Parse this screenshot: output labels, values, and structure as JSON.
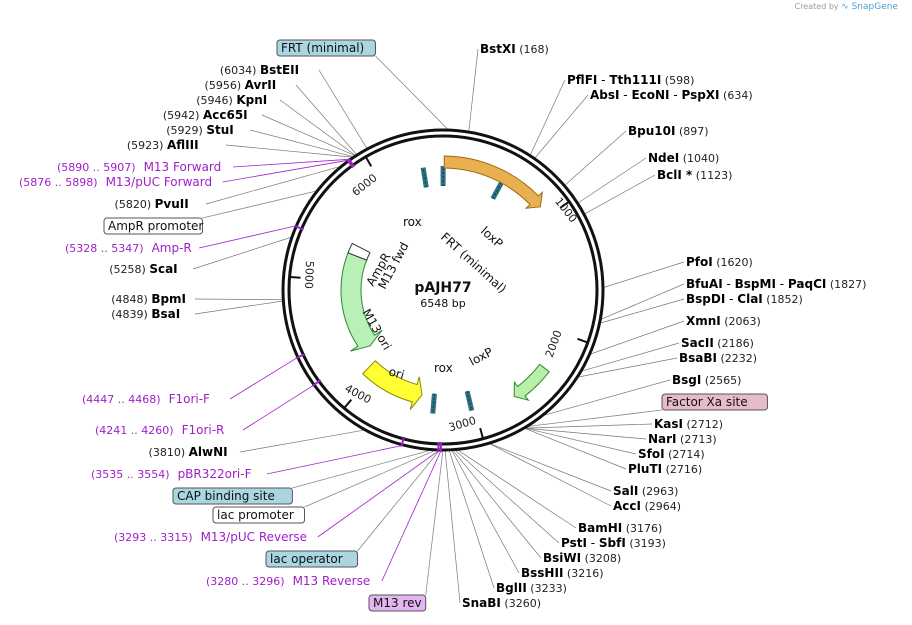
{
  "credit": {
    "prefix": "Created by",
    "brand": "SnapGene"
  },
  "plasmid": {
    "name": "pAJH77",
    "length": "6548 bp",
    "length_value": 6548
  },
  "ticks": [
    {
      "pos": 1000,
      "label": "1000"
    },
    {
      "pos": 2000,
      "label": "2000"
    },
    {
      "pos": 3000,
      "label": "3000"
    },
    {
      "pos": 4000,
      "label": "4000"
    },
    {
      "pos": 5000,
      "label": "5000"
    },
    {
      "pos": 6000,
      "label": "6000"
    }
  ],
  "site_labels": [
    {
      "kind": "boxed",
      "text": "FRT (minimal)",
      "fill": "#a9d6e0",
      "target": 30
    },
    {
      "kind": "enz",
      "parts": [
        {
          "t": "BstXI",
          "b": true
        },
        {
          "t": "  (168)",
          "b": false
        }
      ],
      "target": 168
    },
    {
      "kind": "enz",
      "parts": [
        {
          "t": "PflFI",
          "b": true
        },
        {
          "t": " - ",
          "b": false
        },
        {
          "t": "Tth111I",
          "b": true
        },
        {
          "t": "  (598)",
          "b": false
        }
      ],
      "target": 598
    },
    {
      "kind": "enz",
      "parts": [
        {
          "t": "AbsI",
          "b": true
        },
        {
          "t": " - ",
          "b": false
        },
        {
          "t": "EcoNI",
          "b": true
        },
        {
          "t": " - ",
          "b": false
        },
        {
          "t": "PspXI",
          "b": true
        },
        {
          "t": "  (634)",
          "b": false
        }
      ],
      "target": 634
    },
    {
      "kind": "enz",
      "parts": [
        {
          "t": "Bpu10I",
          "b": true
        },
        {
          "t": "  (897)",
          "b": false
        }
      ],
      "target": 897
    },
    {
      "kind": "enz",
      "parts": [
        {
          "t": "NdeI",
          "b": true
        },
        {
          "t": "  (1040)",
          "b": false
        }
      ],
      "target": 1040
    },
    {
      "kind": "enz",
      "parts": [
        {
          "t": "BclI *",
          "b": true
        },
        {
          "t": "  (1123)",
          "b": false
        }
      ],
      "target": 1123
    },
    {
      "kind": "enz",
      "parts": [
        {
          "t": "PfoI",
          "b": true
        },
        {
          "t": "  (1620)",
          "b": false
        }
      ],
      "target": 1620
    },
    {
      "kind": "enz",
      "parts": [
        {
          "t": "BfuAI",
          "b": true
        },
        {
          "t": " - ",
          "b": false
        },
        {
          "t": "BspMI",
          "b": true
        },
        {
          "t": " - ",
          "b": false
        },
        {
          "t": "PaqCI",
          "b": true
        },
        {
          "t": "  (1827)",
          "b": false
        }
      ],
      "target": 1827
    },
    {
      "kind": "enz",
      "parts": [
        {
          "t": "BspDI",
          "b": true
        },
        {
          "t": " - ",
          "b": false
        },
        {
          "t": "ClaI",
          "b": true
        },
        {
          "t": "  (1852)",
          "b": false
        }
      ],
      "target": 1852
    },
    {
      "kind": "enz",
      "parts": [
        {
          "t": "XmnI",
          "b": true
        },
        {
          "t": "  (2063)",
          "b": false
        }
      ],
      "target": 2063
    },
    {
      "kind": "enz",
      "parts": [
        {
          "t": "SacII",
          "b": true
        },
        {
          "t": "  (2186)",
          "b": false
        }
      ],
      "target": 2186
    },
    {
      "kind": "enz",
      "parts": [
        {
          "t": "BsaBI",
          "b": true
        },
        {
          "t": "  (2232)",
          "b": false
        }
      ],
      "target": 2232
    },
    {
      "kind": "enz",
      "parts": [
        {
          "t": "BsgI",
          "b": true
        },
        {
          "t": "  (2565)",
          "b": false
        }
      ],
      "target": 2565
    },
    {
      "kind": "boxed",
      "text": "Factor Xa site",
      "fill": "#e6bcc8",
      "target": 2690
    },
    {
      "kind": "enz",
      "parts": [
        {
          "t": "KasI",
          "b": true
        },
        {
          "t": "  (2712)",
          "b": false
        }
      ],
      "target": 2712
    },
    {
      "kind": "enz",
      "parts": [
        {
          "t": "NarI",
          "b": true
        },
        {
          "t": "  (2713)",
          "b": false
        }
      ],
      "target": 2713
    },
    {
      "kind": "enz",
      "parts": [
        {
          "t": "SfoI",
          "b": true
        },
        {
          "t": "  (2714)",
          "b": false
        }
      ],
      "target": 2714
    },
    {
      "kind": "enz",
      "parts": [
        {
          "t": "PluTI",
          "b": true
        },
        {
          "t": "  (2716)",
          "b": false
        }
      ],
      "target": 2716
    },
    {
      "kind": "enz",
      "parts": [
        {
          "t": "SalI",
          "b": true
        },
        {
          "t": "  (2963)",
          "b": false
        }
      ],
      "target": 2963
    },
    {
      "kind": "enz",
      "parts": [
        {
          "t": "AccI",
          "b": true
        },
        {
          "t": "  (2964)",
          "b": false
        }
      ],
      "target": 2964
    },
    {
      "kind": "enz",
      "parts": [
        {
          "t": "BamHI",
          "b": true
        },
        {
          "t": "  (3176)",
          "b": false
        }
      ],
      "target": 3176
    },
    {
      "kind": "enz",
      "parts": [
        {
          "t": "PstI",
          "b": true
        },
        {
          "t": " - ",
          "b": false
        },
        {
          "t": "SbfI",
          "b": true
        },
        {
          "t": "  (3193)",
          "b": false
        }
      ],
      "target": 3193
    },
    {
      "kind": "enz",
      "parts": [
        {
          "t": "BsiWI",
          "b": true
        },
        {
          "t": "  (3208)",
          "b": false
        }
      ],
      "target": 3208
    },
    {
      "kind": "enz",
      "parts": [
        {
          "t": "BssHII",
          "b": true
        },
        {
          "t": "  (3216)",
          "b": false
        }
      ],
      "target": 3216
    },
    {
      "kind": "enz",
      "parts": [
        {
          "t": "BglII",
          "b": true
        },
        {
          "t": "  (3233)",
          "b": false
        }
      ],
      "target": 3233
    },
    {
      "kind": "enz",
      "parts": [
        {
          "t": "SnaBI",
          "b": true
        },
        {
          "t": "  (3260)",
          "b": false
        }
      ],
      "target": 3260
    },
    {
      "kind": "boxed",
      "text": "M13 rev",
      "fill": "#e3b6f0",
      "target": 3275
    },
    {
      "kind": "primer",
      "range": "(3280 .. 3296)",
      "name": "M13 Reverse",
      "target": 3288
    },
    {
      "kind": "boxed",
      "text": "lac operator",
      "fill": "#a9d6e0",
      "target": 3300
    },
    {
      "kind": "primer",
      "range": "(3293 .. 3315)",
      "name": "M13/pUC Reverse",
      "target": 3304
    },
    {
      "kind": "boxed",
      "text": "lac promoter",
      "fill": "#ffffff",
      "target": 3330
    },
    {
      "kind": "boxed",
      "text": "CAP binding site",
      "fill": "#a9d6e0",
      "target": 3360
    },
    {
      "kind": "primer",
      "range": "(3535 .. 3554)",
      "name": "pBR322ori-F",
      "target": 3545
    },
    {
      "kind": "enz",
      "parts": [
        {
          "t": "(3810)  ",
          "b": false
        },
        {
          "t": "AlwNI",
          "b": true
        }
      ],
      "target": 3810
    },
    {
      "kind": "primer",
      "range": "(4241 .. 4260)",
      "name": "F1ori-R",
      "target": 4250
    },
    {
      "kind": "primer",
      "range": "(4447 .. 4468)",
      "name": "F1ori-F",
      "target": 4458
    },
    {
      "kind": "enz",
      "parts": [
        {
          "t": "(4839)  ",
          "b": false
        },
        {
          "t": "BsaI",
          "b": true
        }
      ],
      "target": 4839
    },
    {
      "kind": "enz",
      "parts": [
        {
          "t": "(4848)  ",
          "b": false
        },
        {
          "t": "BpmI",
          "b": true
        }
      ],
      "target": 4848
    },
    {
      "kind": "enz",
      "parts": [
        {
          "t": "(5258)  ",
          "b": false
        },
        {
          "t": "ScaI",
          "b": true
        }
      ],
      "target": 5258
    },
    {
      "kind": "primer",
      "range": "(5328 .. 5347)",
      "name": "Amp-R",
      "target": 5337
    },
    {
      "kind": "boxed",
      "text": "AmpR promoter",
      "fill": "#ffffff",
      "target": 5600
    },
    {
      "kind": "enz",
      "parts": [
        {
          "t": "(5820)  ",
          "b": false
        },
        {
          "t": "PvuII",
          "b": true
        }
      ],
      "target": 5820
    },
    {
      "kind": "primer",
      "range": "(5876 .. 5898)",
      "name": "M13/pUC Forward",
      "target": 5887
    },
    {
      "kind": "primer",
      "range": "(5890 .. 5907)",
      "name": "M13 Forward",
      "target": 5898
    },
    {
      "kind": "enz",
      "parts": [
        {
          "t": "(5923)  ",
          "b": false
        },
        {
          "t": "AflIII",
          "b": true
        }
      ],
      "target": 5923
    },
    {
      "kind": "enz",
      "parts": [
        {
          "t": "(5929)  ",
          "b": false
        },
        {
          "t": "StuI",
          "b": true
        }
      ],
      "target": 5929
    },
    {
      "kind": "enz",
      "parts": [
        {
          "t": "(5942)  ",
          "b": false
        },
        {
          "t": "Acc65I",
          "b": true
        }
      ],
      "target": 5942
    },
    {
      "kind": "enz",
      "parts": [
        {
          "t": "(5946)  ",
          "b": false
        },
        {
          "t": "KpnI",
          "b": true
        }
      ],
      "target": 5946
    },
    {
      "kind": "enz",
      "parts": [
        {
          "t": "(5956)  ",
          "b": false
        },
        {
          "t": "AvrII",
          "b": true
        }
      ],
      "target": 5956
    },
    {
      "kind": "enz",
      "parts": [
        {
          "t": "(6034)  ",
          "b": false
        },
        {
          "t": "BstEII",
          "b": true
        }
      ],
      "target": 6034
    }
  ],
  "features": [
    {
      "name": "FRT (minimal)",
      "start": 6520,
      "end": 30,
      "kind": "site",
      "color": "#2d7080"
    },
    {
      "name": "rox",
      "start": 6360,
      "end": 6400,
      "kind": "site",
      "color": "#2d7080"
    },
    {
      "name": "loxP",
      "start": 500,
      "end": 540,
      "kind": "site",
      "color": "#2d7080"
    },
    {
      "name": "",
      "start": 10,
      "end": 900,
      "kind": "arrow",
      "color": "#e8b050",
      "stroke": "#a06a10"
    },
    {
      "name": "",
      "start": 2320,
      "end": 2660,
      "kind": "arrow",
      "color": "#b8f0a8",
      "stroke": "#2f8a2f"
    },
    {
      "name": "loxP",
      "start": 3010,
      "end": 3050,
      "kind": "site",
      "color": "#2d7080"
    },
    {
      "name": "rox",
      "start": 3340,
      "end": 3380,
      "kind": "site",
      "color": "#2d7080"
    },
    {
      "name": "ori",
      "start": 3480,
      "end": 4070,
      "kind": "arrow-rev",
      "color": "#ffff33",
      "stroke": "#888800"
    },
    {
      "name": "AmpR",
      "start": 4230,
      "end": 5300,
      "kind": "arrow-rev",
      "color": "#b8f0b8",
      "stroke": "#2f8a2f"
    },
    {
      "name": "AmpR promoter",
      "start": 5300,
      "end": 5405,
      "kind": "box",
      "color": "#ffffff"
    }
  ],
  "feature_labels": [
    {
      "text": "rox"
    },
    {
      "text": "FRT (minimal)"
    },
    {
      "text": "loxP"
    },
    {
      "text": "AmpR"
    },
    {
      "text": "M13 fwd"
    },
    {
      "text": "M13 ori"
    },
    {
      "text": "ori"
    },
    {
      "text": "rox"
    },
    {
      "text": "loxP"
    }
  ]
}
